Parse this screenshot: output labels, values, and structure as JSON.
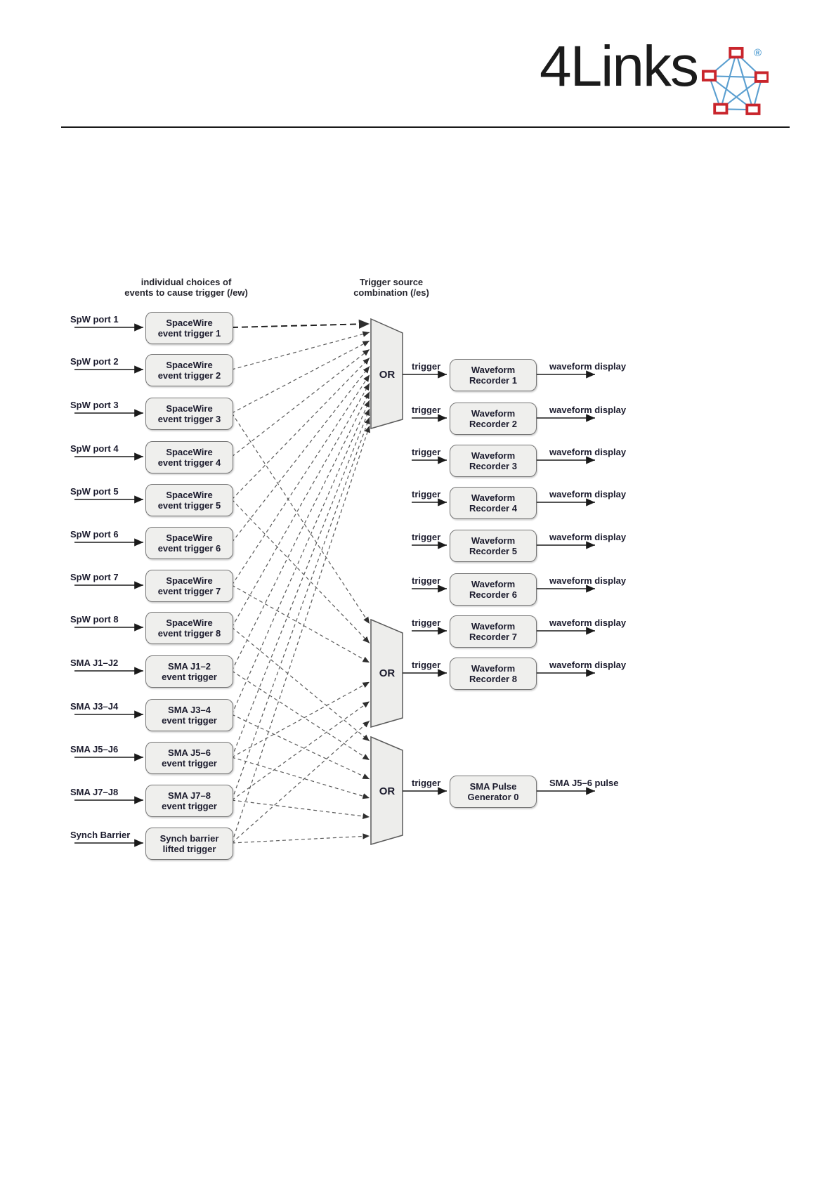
{
  "logo": {
    "text": "4Links",
    "registered": "®"
  },
  "diagram": {
    "col1_header": {
      "line1": "individual choices of",
      "line2": "events to cause trigger (/ew)"
    },
    "col2_header": {
      "line1": "Trigger source",
      "line2": "combination (/es)"
    },
    "left_rows": [
      {
        "label": "SpW port 1",
        "box1": "SpaceWire",
        "box2": "event trigger 1"
      },
      {
        "label": "SpW port 2",
        "box1": "SpaceWire",
        "box2": "event trigger 2"
      },
      {
        "label": "SpW port 3",
        "box1": "SpaceWire",
        "box2": "event trigger 3"
      },
      {
        "label": "SpW port 4",
        "box1": "SpaceWire",
        "box2": "event trigger 4"
      },
      {
        "label": "SpW port 5",
        "box1": "SpaceWire",
        "box2": "event trigger 5"
      },
      {
        "label": "SpW port 6",
        "box1": "SpaceWire",
        "box2": "event trigger 6"
      },
      {
        "label": "SpW port 7",
        "box1": "SpaceWire",
        "box2": "event trigger 7"
      },
      {
        "label": "SpW port 8",
        "box1": "SpaceWire",
        "box2": "event trigger 8"
      },
      {
        "label": "SMA J1–J2",
        "box1": "SMA J1–2",
        "box2": "event trigger"
      },
      {
        "label": "SMA J3–J4",
        "box1": "SMA J3–4",
        "box2": "event trigger"
      },
      {
        "label": "SMA J5–J6",
        "box1": "SMA J5–6",
        "box2": "event trigger"
      },
      {
        "label": "SMA J7–J8",
        "box1": "SMA J7–8",
        "box2": "event trigger"
      },
      {
        "label": "Synch Barrier",
        "box1": "Synch barrier",
        "box2": "lifted trigger"
      }
    ],
    "right_rows": [
      {
        "trigger": "trigger",
        "box1": "Waveform",
        "box2": "Recorder 1",
        "output": "waveform display"
      },
      {
        "trigger": "trigger",
        "box1": "Waveform",
        "box2": "Recorder 2",
        "output": "waveform display"
      },
      {
        "trigger": "trigger",
        "box1": "Waveform",
        "box2": "Recorder 3",
        "output": "waveform display"
      },
      {
        "trigger": "trigger",
        "box1": "Waveform",
        "box2": "Recorder 4",
        "output": "waveform display"
      },
      {
        "trigger": "trigger",
        "box1": "Waveform",
        "box2": "Recorder 5",
        "output": "waveform display"
      },
      {
        "trigger": "trigger",
        "box1": "Waveform",
        "box2": "Recorder 6",
        "output": "waveform display"
      },
      {
        "trigger": "trigger",
        "box1": "Waveform",
        "box2": "Recorder 7",
        "output": "waveform display"
      },
      {
        "trigger": "trigger",
        "box1": "Waveform",
        "box2": "Recorder 8",
        "output": "waveform display"
      },
      {
        "trigger": "trigger",
        "box1": "SMA Pulse",
        "box2": "Generator 0",
        "output": "SMA J5–6 pulse"
      }
    ],
    "or_blocks": [
      {
        "label": "OR",
        "inputs": [
          0,
          1,
          2,
          3,
          4,
          5,
          6,
          7,
          8,
          9,
          10,
          11,
          12
        ],
        "output_row": 0
      },
      {
        "label": "OR",
        "inputs": [
          2,
          4,
          6,
          10,
          11,
          12
        ],
        "output_row": 7
      },
      {
        "label": "OR",
        "inputs": [
          7,
          8,
          9,
          10,
          11,
          12
        ],
        "output_row": 8
      }
    ]
  },
  "colors": {
    "accent_red": "#c9252c",
    "accent_blue": "#5b9fd0",
    "box_fill": "#efefed",
    "box_border": "#767676",
    "text": "#1c1c2e",
    "line": "#1a1a1a",
    "dash": "#5a5a5a"
  }
}
